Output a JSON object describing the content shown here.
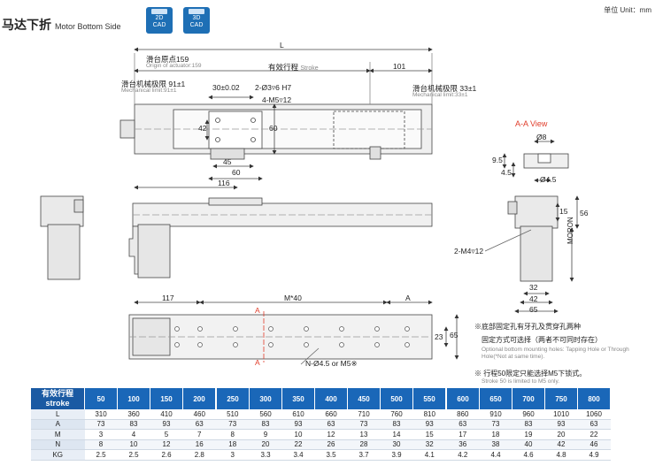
{
  "header": {
    "title": "马达下折",
    "subtitle": "Motor Bottom Side",
    "cad_2d": [
      "2D",
      "CAD"
    ],
    "cad_3d": [
      "3D",
      "CAD"
    ],
    "unit": "单位 Unit：mm"
  },
  "top_view": {
    "L": "L",
    "origin_cn": "滑台原点159",
    "origin_en": "Origin of actuator:159",
    "stroke_cn": "有效行程",
    "stroke_en": "Stroke",
    "d101": "101",
    "mech_left_cn": "滑台机械极限 91±1",
    "mech_left_en": "Mechanical limit:91±1",
    "mech_right_cn": "滑台机械极限 33±1",
    "mech_right_en": "Mechanical limit:33±1",
    "d30": "30±0.02",
    "d3": "2-Ø3▿6 H7",
    "m5": "4-M5▿12",
    "d42": "42",
    "d60v": "60",
    "d45": "45",
    "d60": "60",
    "d116": "116"
  },
  "aa_view": {
    "title": "A-A View",
    "d8": "Ø8",
    "d9_5": "9.5",
    "d4_5": "4.5",
    "d4_5b": "Ø4.5"
  },
  "side_view": {
    "d15": "15",
    "d56": "56",
    "m4": "2-M4▿12",
    "moron": "MORON",
    "d32": "32",
    "d42": "42",
    "d65": "65"
  },
  "bottom_view": {
    "d117": "117",
    "m40": "M*40",
    "A": "A",
    "a_mark_top": "A",
    "a_mark_bot": "A",
    "n_hole": "N-Ø4.5 or M5※",
    "d23": "23",
    "d65": "65"
  },
  "notes": {
    "n1_cn": "※底部固定孔有牙孔及贯穿孔两种",
    "n1_cn2": "固定方式可选择（两者不可同时存在）",
    "n1_en": "Optional bottom mounting holes: Tapping Hole or Through Hole(*Not at same time).",
    "n2_cn": "※ 行程50限定只能选择M5下锁式。",
    "n2_en": "Stroke 50 is limited to M5 only."
  },
  "table": {
    "header_cn": "有效行程",
    "header_en": "stroke",
    "strokes": [
      "50",
      "100",
      "150",
      "200",
      "250",
      "300",
      "350",
      "400",
      "450",
      "500",
      "550",
      "600",
      "650",
      "700",
      "750",
      "800"
    ],
    "rows": [
      {
        "label": "L",
        "values": [
          "310",
          "360",
          "410",
          "460",
          "510",
          "560",
          "610",
          "660",
          "710",
          "760",
          "810",
          "860",
          "910",
          "960",
          "1010",
          "1060"
        ]
      },
      {
        "label": "A",
        "values": [
          "73",
          "83",
          "93",
          "63",
          "73",
          "83",
          "93",
          "63",
          "73",
          "83",
          "93",
          "63",
          "73",
          "83",
          "93",
          "63"
        ]
      },
      {
        "label": "M",
        "values": [
          "3",
          "4",
          "5",
          "7",
          "8",
          "9",
          "10",
          "12",
          "13",
          "14",
          "15",
          "17",
          "18",
          "19",
          "20",
          "22"
        ]
      },
      {
        "label": "N",
        "values": [
          "8",
          "10",
          "12",
          "16",
          "18",
          "20",
          "22",
          "26",
          "28",
          "30",
          "32",
          "36",
          "38",
          "40",
          "42",
          "46"
        ]
      },
      {
        "label": "KG",
        "values": [
          "2.5",
          "2.5",
          "2.6",
          "2.8",
          "3",
          "3.3",
          "3.4",
          "3.5",
          "3.7",
          "3.9",
          "4.1",
          "4.2",
          "4.4",
          "4.6",
          "4.8",
          "4.9"
        ]
      }
    ]
  }
}
